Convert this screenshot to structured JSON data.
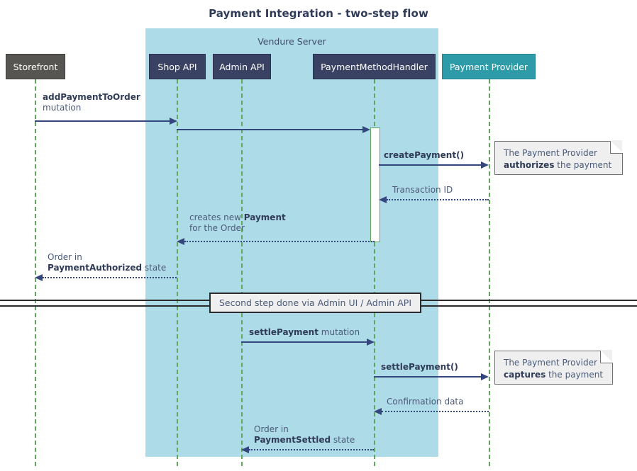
{
  "diagram": {
    "title": "Payment Integration - two-step flow",
    "group_label": "Vendure Server",
    "colors": {
      "group_background": "#aedbe8",
      "participant_dark": "#3a4263",
      "participant_gray": "#575552",
      "participant_teal": "#2e9ca8",
      "lifeline": "#5fa85d",
      "arrow": "#33477e",
      "note_background": "#efefef",
      "note_border": "#707070",
      "text": "#4a5a78"
    }
  },
  "participants": [
    {
      "id": "storefront",
      "label": "Storefront",
      "style": "gray"
    },
    {
      "id": "shop-api",
      "label": "Shop API",
      "style": "dark"
    },
    {
      "id": "admin-api",
      "label": "Admin API",
      "style": "dark"
    },
    {
      "id": "handler",
      "label": "PaymentMethodHandler",
      "style": "dark"
    },
    {
      "id": "provider",
      "label": "Payment Provider",
      "style": "teal"
    }
  ],
  "messages": [
    {
      "id": "add-payment-to-order",
      "from": "storefront",
      "to": "shop-api",
      "direction": "right",
      "style": "solid",
      "line1_bold": "addPaymentToOrder",
      "line1_rest": "",
      "line2_bold": "",
      "line2_rest": "mutation"
    },
    {
      "id": "shop-api-to-handler",
      "from": "shop-api",
      "to": "handler",
      "direction": "right",
      "style": "solid",
      "line1_bold": "",
      "line1_rest": "",
      "line2_bold": "",
      "line2_rest": ""
    },
    {
      "id": "create-payment",
      "from": "handler",
      "to": "provider",
      "direction": "right",
      "style": "solid",
      "line1_bold": "createPayment()",
      "line1_rest": "",
      "line2_bold": "",
      "line2_rest": ""
    },
    {
      "id": "transaction-id",
      "from": "provider",
      "to": "handler",
      "direction": "left",
      "style": "dotted",
      "line1_bold": "",
      "line1_rest": "Transaction ID",
      "line2_bold": "",
      "line2_rest": ""
    },
    {
      "id": "creates-new-payment",
      "from": "handler",
      "to": "shop-api",
      "direction": "left",
      "style": "dotted",
      "line1_bold": "Payment",
      "line1_rest": "creates new ",
      "line2_bold": "",
      "line2_rest": "for the Order"
    },
    {
      "id": "order-payment-authorized",
      "from": "shop-api",
      "to": "storefront",
      "direction": "left",
      "style": "dotted",
      "line1_bold": "",
      "line1_rest": "Order in",
      "line2_bold": "PaymentAuthorized",
      "line2_rest": " state"
    },
    {
      "id": "settle-payment-mutation",
      "from": "admin-api",
      "to": "handler",
      "direction": "right",
      "style": "solid",
      "line1_bold": "settlePayment",
      "line1_rest": " mutation",
      "line2_bold": "",
      "line2_rest": ""
    },
    {
      "id": "settle-payment-call",
      "from": "handler",
      "to": "provider",
      "direction": "right",
      "style": "solid",
      "line1_bold": "settlePayment()",
      "line1_rest": "",
      "line2_bold": "",
      "line2_rest": ""
    },
    {
      "id": "confirmation-data",
      "from": "provider",
      "to": "handler",
      "direction": "left",
      "style": "dotted",
      "line1_bold": "",
      "line1_rest": "Confirmation data",
      "line2_bold": "",
      "line2_rest": ""
    },
    {
      "id": "order-payment-settled",
      "from": "handler",
      "to": "admin-api",
      "direction": "left",
      "style": "dotted",
      "line1_bold": "",
      "line1_rest": "Order in",
      "line2_bold": "PaymentSettled",
      "line2_rest": " state"
    }
  ],
  "notes": [
    {
      "id": "note-authorizes",
      "line1": "The Payment Provider",
      "line2_bold": "authorizes",
      "line2_rest": " the payment"
    },
    {
      "id": "note-captures",
      "line1": "The Payment Provider",
      "line2_bold": "captures",
      "line2_rest": " the payment"
    }
  ],
  "divider": {
    "id": "second-step-divider",
    "label": "Second step done via Admin UI / Admin API"
  }
}
